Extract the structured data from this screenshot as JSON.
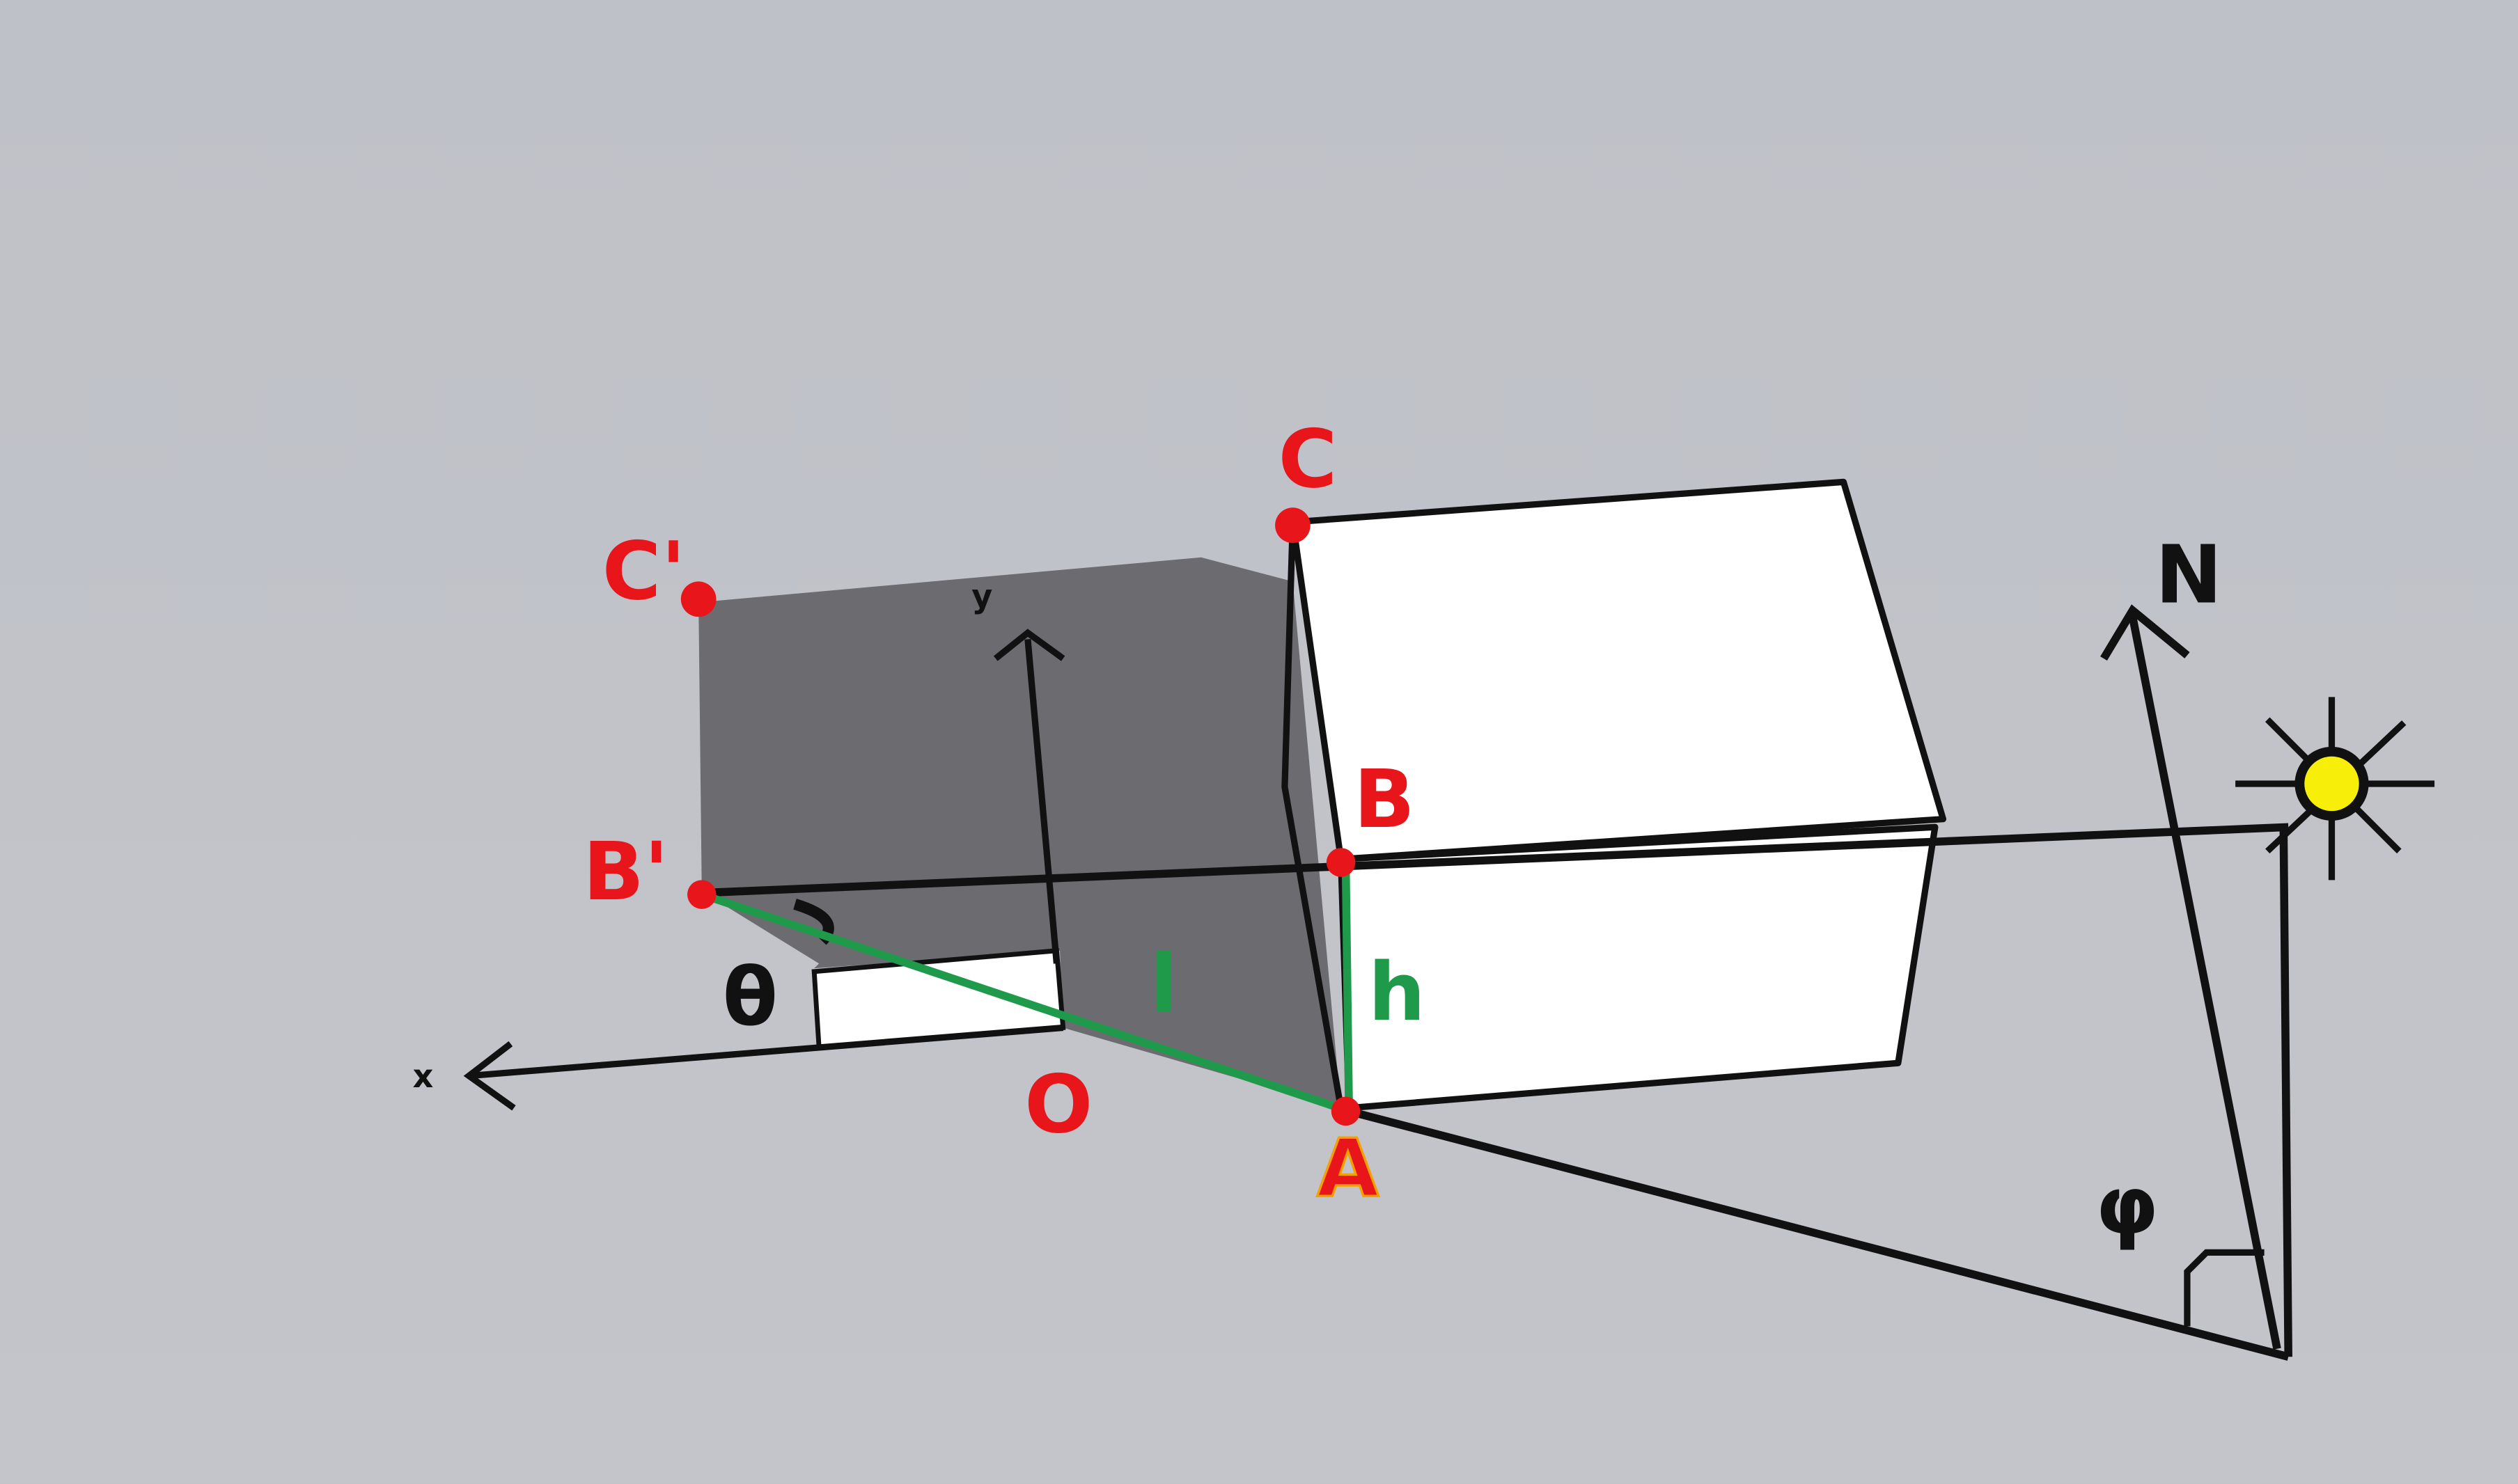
{
  "labels": {
    "C": "C",
    "C_prime": "C'",
    "B": "B",
    "B_prime": "B'",
    "O": "O",
    "A": "A",
    "l": "l",
    "h": "h",
    "theta": "θ",
    "phi": "φ",
    "N": "N",
    "x": "x",
    "y": "y"
  },
  "colors": {
    "point": "#e8151b",
    "segment": "#1f9a4a",
    "shadow": "#6b6b70",
    "sun": "#f7ef0a",
    "background": "#c1c3c9"
  }
}
